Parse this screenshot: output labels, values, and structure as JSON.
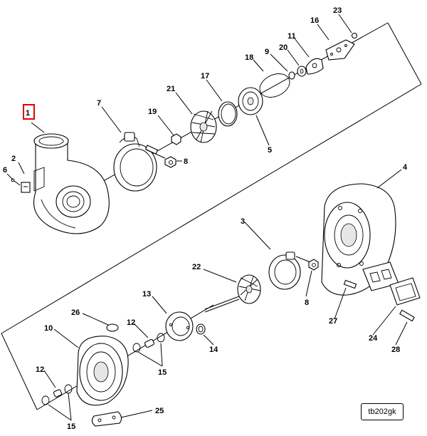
{
  "diagram": {
    "drawing_code": "tb202gk",
    "highlight_color": "#e00000",
    "callouts": [
      {
        "id": "c1",
        "label": "1",
        "highlighted": true
      },
      {
        "id": "c2",
        "label": "2"
      },
      {
        "id": "c3",
        "label": "3"
      },
      {
        "id": "c4",
        "label": "4"
      },
      {
        "id": "c5",
        "label": "5"
      },
      {
        "id": "c6",
        "label": "6"
      },
      {
        "id": "c7",
        "label": "7"
      },
      {
        "id": "c8a",
        "label": "8"
      },
      {
        "id": "c8b",
        "label": "8"
      },
      {
        "id": "c9",
        "label": "9"
      },
      {
        "id": "c10",
        "label": "10"
      },
      {
        "id": "c11",
        "label": "11"
      },
      {
        "id": "c12a",
        "label": "12"
      },
      {
        "id": "c12b",
        "label": "12"
      },
      {
        "id": "c13",
        "label": "13"
      },
      {
        "id": "c14",
        "label": "14"
      },
      {
        "id": "c15a",
        "label": "15"
      },
      {
        "id": "c15b",
        "label": "15"
      },
      {
        "id": "c16",
        "label": "16"
      },
      {
        "id": "c17",
        "label": "17"
      },
      {
        "id": "c18",
        "label": "18"
      },
      {
        "id": "c19",
        "label": "19"
      },
      {
        "id": "c20",
        "label": "20"
      },
      {
        "id": "c21",
        "label": "21"
      },
      {
        "id": "c22",
        "label": "22"
      },
      {
        "id": "c23",
        "label": "23"
      },
      {
        "id": "c24",
        "label": "24"
      },
      {
        "id": "c25",
        "label": "25"
      },
      {
        "id": "c26",
        "label": "26"
      },
      {
        "id": "c27",
        "label": "27"
      },
      {
        "id": "c28",
        "label": "28"
      }
    ]
  }
}
